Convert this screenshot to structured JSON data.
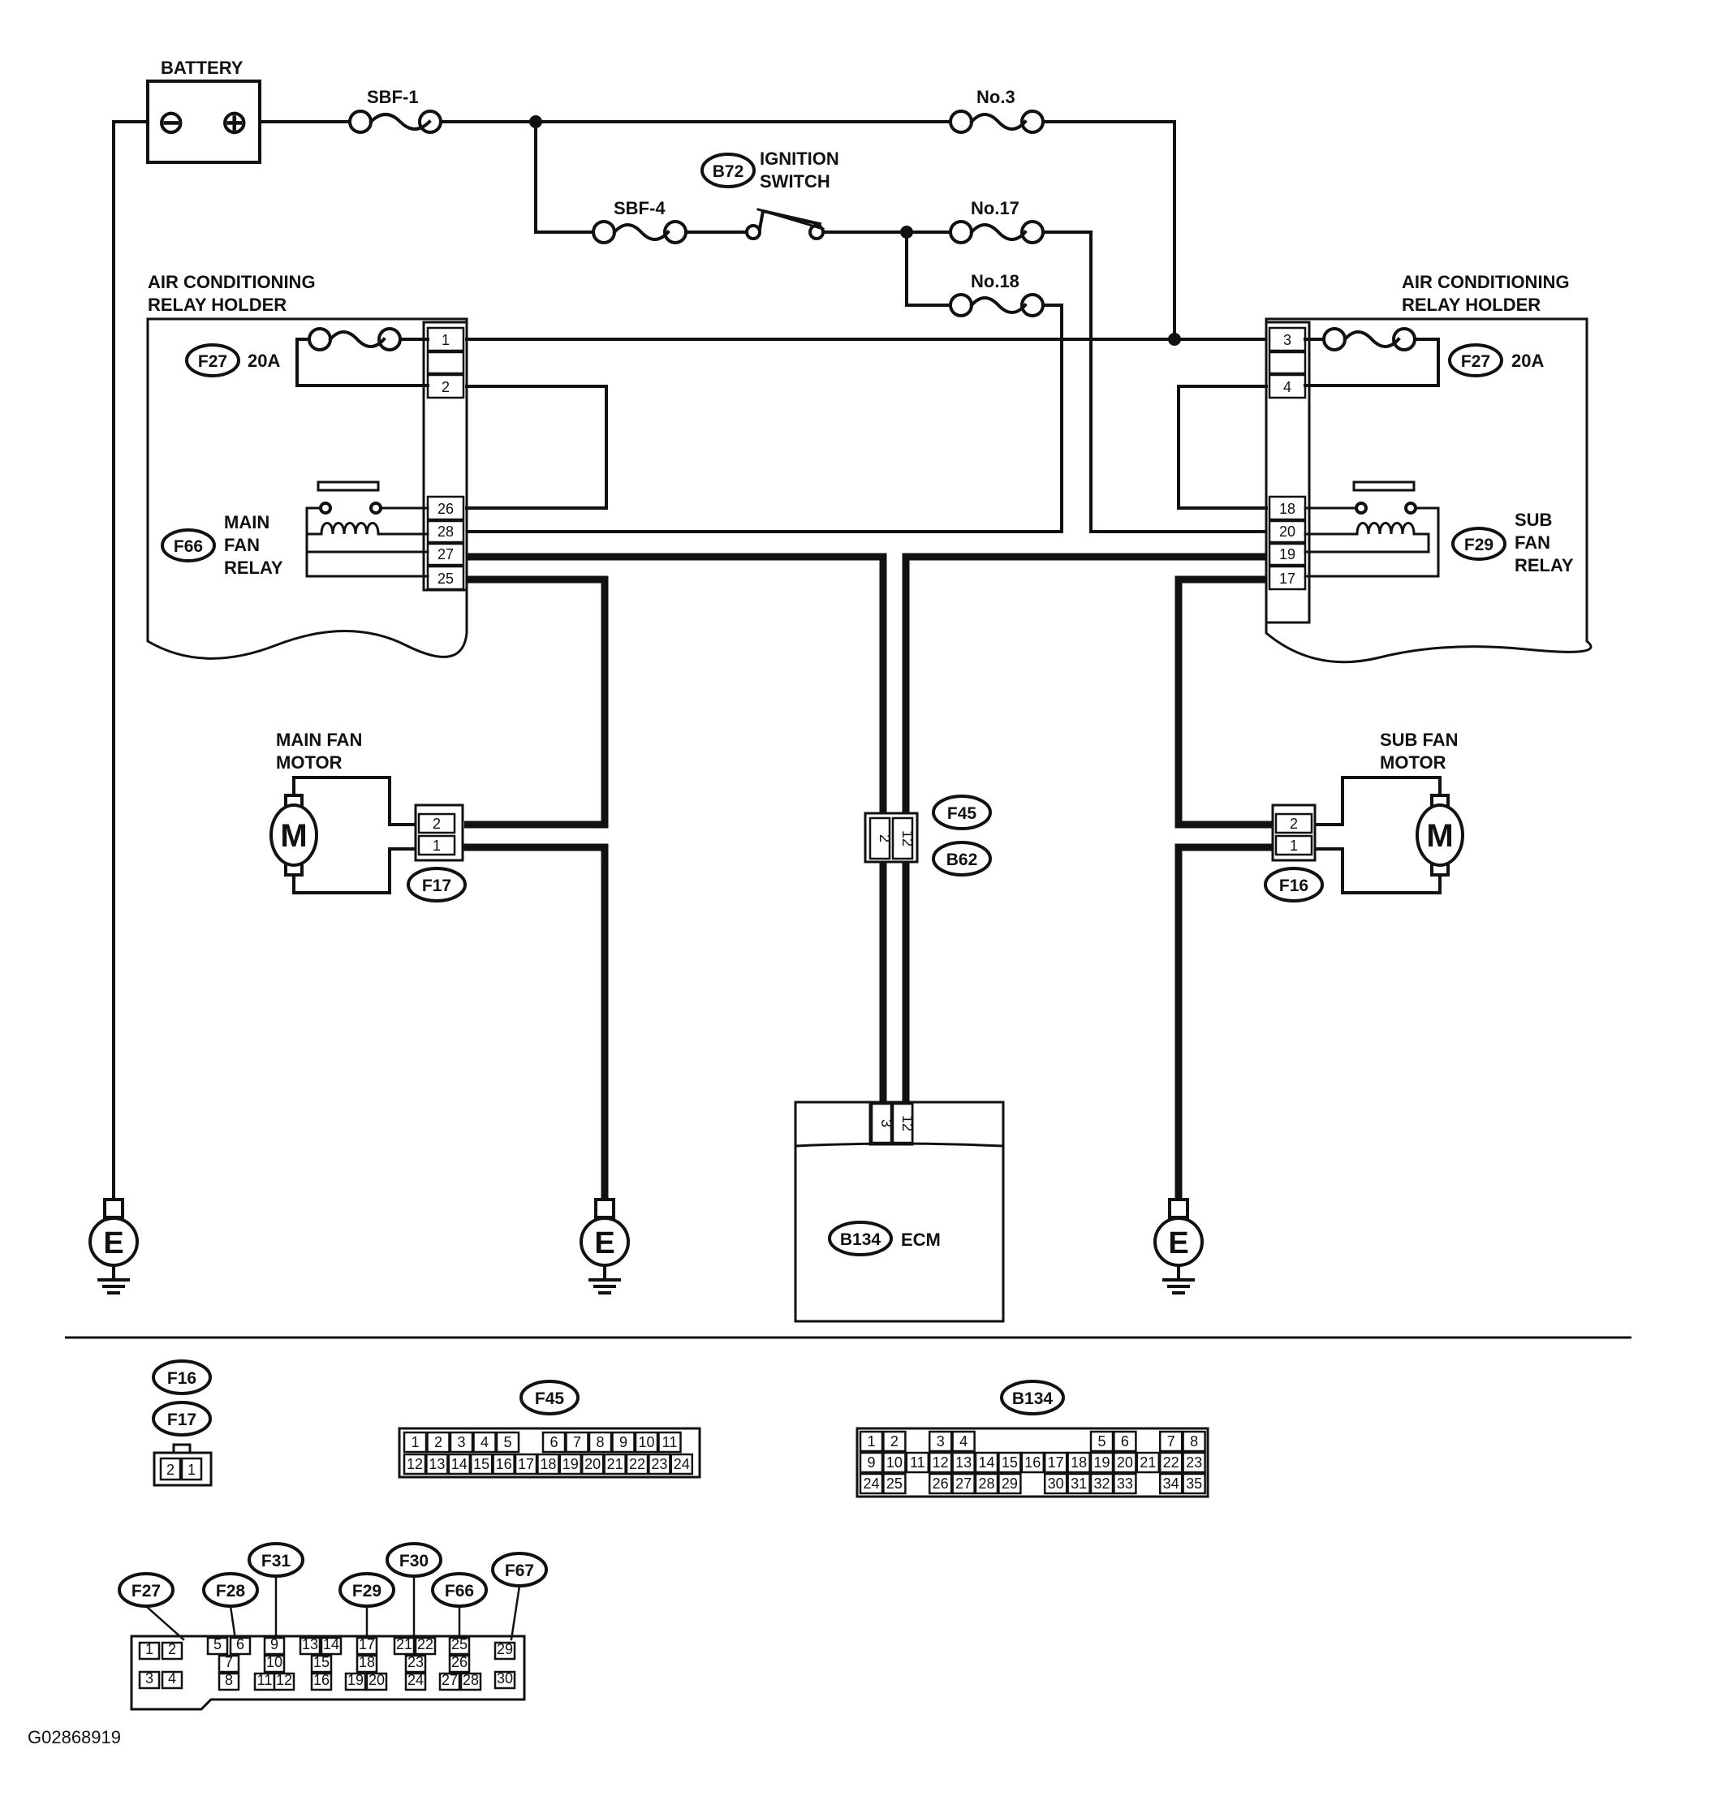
{
  "labels": {
    "battery": "BATTERY",
    "battery_minus": "⊖",
    "battery_plus": "⊕",
    "sbf1": "SBF-1",
    "sbf4": "SBF-4",
    "fuse_no3": "No.3",
    "fuse_no17": "No.17",
    "fuse_no18": "No.18",
    "ignition_switch_1": "IGNITION",
    "ignition_switch_2": "SWITCH",
    "ac_relay_holder_left_1": "AIR CONDITIONING",
    "ac_relay_holder_left_2": "RELAY HOLDER",
    "ac_relay_holder_right_1": "AIR CONDITIONING",
    "ac_relay_holder_right_2": "RELAY HOLDER",
    "fuse_20a_left": "20A",
    "fuse_20a_right": "20A",
    "main_fan_relay_1": "MAIN",
    "main_fan_relay_2": "FAN",
    "main_fan_relay_3": "RELAY",
    "sub_fan_relay_1": "SUB",
    "sub_fan_relay_2": "FAN",
    "sub_fan_relay_3": "RELAY",
    "main_fan_motor_1": "MAIN FAN",
    "main_fan_motor_2": "MOTOR",
    "sub_fan_motor_1": "SUB FAN",
    "sub_fan_motor_2": "MOTOR",
    "motor_symbol": "M",
    "ground_symbol": "E",
    "ecm": "ECM",
    "figure_id": "G02868919"
  },
  "connectors": {
    "b72": "B72",
    "f27_left": "F27",
    "f27_right": "F27",
    "f66": "F66",
    "f29": "F29",
    "f17": "F17",
    "f16": "F16",
    "f45": "F45",
    "b62": "B62",
    "b134": "B134"
  },
  "left_holder_pins": [
    "1",
    "2",
    "26",
    "28",
    "27",
    "25"
  ],
  "right_holder_pins": [
    "3",
    "4",
    "18",
    "20",
    "19",
    "17"
  ],
  "motor_pins": [
    "2",
    "1"
  ],
  "joint_pins": [
    "2",
    "12"
  ],
  "ecm_pins": [
    "3",
    "12"
  ],
  "legend": {
    "f16": "F16",
    "f17": "F17",
    "f16_f17_pins": [
      "2",
      "1"
    ],
    "f45": "F45",
    "f45_row1": [
      "1",
      "2",
      "3",
      "4",
      "5",
      "",
      "6",
      "7",
      "8",
      "9",
      "10",
      "11"
    ],
    "f45_row2": [
      "12",
      "13",
      "14",
      "15",
      "16",
      "17",
      "18",
      "19",
      "20",
      "21",
      "22",
      "23",
      "24"
    ],
    "b134": "B134",
    "b134_row1": [
      "1",
      "2",
      "",
      "3",
      "4",
      "",
      "",
      "",
      "",
      "",
      "5",
      "6",
      "",
      "7",
      "8"
    ],
    "b134_row2": [
      "9",
      "10",
      "11",
      "12",
      "13",
      "14",
      "15",
      "16",
      "17",
      "18",
      "19",
      "20",
      "21",
      "22",
      "23"
    ],
    "b134_row3": [
      "24",
      "25",
      "",
      "26",
      "27",
      "28",
      "29",
      "",
      "30",
      "31",
      "32",
      "33",
      "",
      "34",
      "35"
    ],
    "holder_tags": [
      "F27",
      "F28",
      "F31",
      "F29",
      "F30",
      "F66",
      "F67"
    ],
    "holder_pins": [
      "1",
      "2",
      "3",
      "4",
      "5",
      "6",
      "7",
      "8",
      "9",
      "10",
      "11",
      "12",
      "13",
      "14",
      "15",
      "16",
      "17",
      "18",
      "19",
      "20",
      "21",
      "22",
      "23",
      "24",
      "25",
      "26",
      "27",
      "28",
      "29",
      "30"
    ]
  }
}
